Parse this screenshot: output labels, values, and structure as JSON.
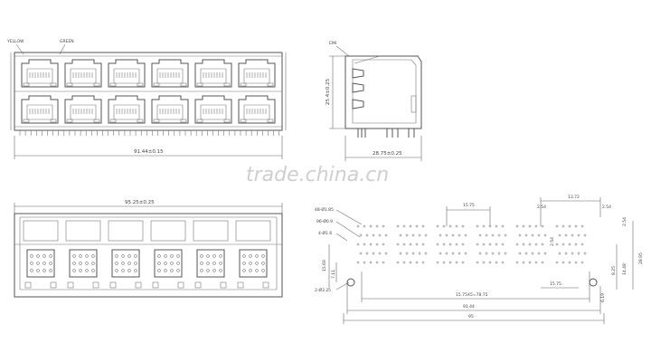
{
  "front_view": {
    "label_yellow": "YELLOW",
    "label_green": "GREEN",
    "width_dim": "91.44±0.15"
  },
  "side_view": {
    "label_emi": "EMI",
    "height_dim": "25.4±0.25",
    "depth_dim": "28.75±0.25"
  },
  "watermark": "trade.china.cn",
  "bottom_view": {
    "width_dim": "95.25±0.25"
  },
  "footprint": {
    "hole_48": "48-Ø1.85",
    "hole_96": "96-Ø0.9",
    "hole_4": "4-Ø1.6",
    "hole_2": "2-Ø3.25",
    "dim_1575_top": "15.75",
    "dim_1372": "13.72",
    "dim_254_a": "2.54",
    "dim_254_b": "2.54",
    "dim_254_c": "2.54",
    "dim_254_d": "2.54",
    "dim_2895": "28.95",
    "dim_1448": "14.48",
    "dim_825": "8.25",
    "dim_619": "6.19",
    "dim_1575_mid": "15.75",
    "dim_1575x5": "15.75X5=78.75",
    "dim_9144": "91.44",
    "dim_95": "95",
    "dim_1569": "15.69",
    "dim_711": "7.11"
  }
}
